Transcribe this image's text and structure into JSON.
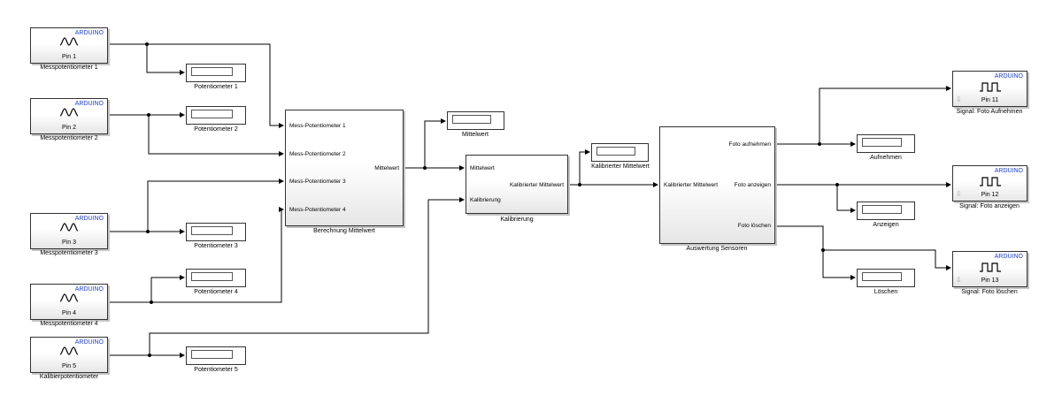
{
  "inputs": [
    {
      "arduino": "ARDUINO",
      "pin": "Pin 1",
      "name": "Messpotentiometer 1"
    },
    {
      "arduino": "ARDUINO",
      "pin": "Pin 2",
      "name": "Messpotentiometer 2"
    },
    {
      "arduino": "ARDUINO",
      "pin": "Pin 3",
      "name": "Messpotentiometer 3"
    },
    {
      "arduino": "ARDUINO",
      "pin": "Pin 4",
      "name": "Messpotentiometer 4"
    },
    {
      "arduino": "ARDUINO",
      "pin": "Pin 5",
      "name": "Kalibierpotentiometer"
    }
  ],
  "displays": [
    {
      "name": "Potentiometer 1"
    },
    {
      "name": "Potentiometer 2"
    },
    {
      "name": "Potentiometer 3"
    },
    {
      "name": "Potentiometer 4"
    },
    {
      "name": "Potentiometer 5"
    },
    {
      "name": "Mittelwert"
    },
    {
      "name": "Kalibrierter Mittelwert"
    },
    {
      "name": "Aufnehmen"
    },
    {
      "name": "Anzeigen"
    },
    {
      "name": "Löschen"
    }
  ],
  "mittelwert_block": {
    "name": "Berechnung Mittelwert",
    "inputs": [
      "Mess-Potentiometer 1",
      "Mess-Potentiometer 2",
      "Mess-Potentiometer 3",
      "Mess-Potentiometer 4"
    ],
    "output": "Mittelwert"
  },
  "kalibrierung_block": {
    "name": "Kalibrierung",
    "inputs": [
      "Mittelwert",
      "Kalibrierung"
    ],
    "output": "Kalibrierter Mittelwert"
  },
  "auswertung_block": {
    "name": "Auswertung Sensoren",
    "input": "Kalibrierter Mittelwert",
    "outputs": [
      "Foto aufnehmen",
      "Foto anzeigen",
      "Foto löschen"
    ]
  },
  "outputs": [
    {
      "arduino": "ARDUINO",
      "pin": "Pin 11",
      "name": "Signal: Foto Aufnehmen"
    },
    {
      "arduino": "ARDUINO",
      "pin": "Pin 12",
      "name": "Signal: Foto anzeigen"
    },
    {
      "arduino": "ARDUINO",
      "pin": "Pin 13",
      "name": "Signal: Foto löschen"
    }
  ]
}
